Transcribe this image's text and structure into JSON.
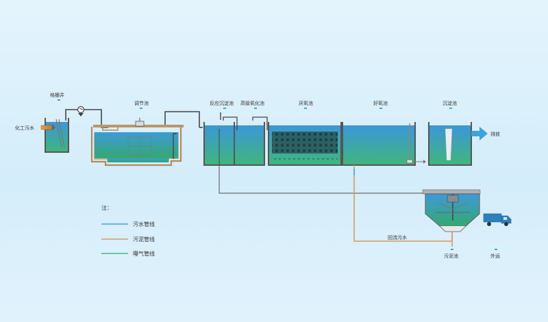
{
  "labels": {
    "inlet": "化工污水",
    "screen_well": "格栅井",
    "equalization_tank": "调节池",
    "post_reaction_settling": "反应沉淀池",
    "advanced_oxidation": "高级氧化池",
    "anaerobic_tank": "厌氧池",
    "aerobic_tank": "好氧池",
    "settling_tank": "沉淀池",
    "discharge": "排放",
    "return_sludge": "回流污水",
    "sludge_tank": "污泥池",
    "haul_away": "外运"
  },
  "legend": {
    "title": "注：",
    "items": [
      {
        "label": "污水管线",
        "color": "#4a9ed6"
      },
      {
        "label": "污泥管线",
        "color": "#d49a68"
      },
      {
        "label": "曝气管线",
        "color": "#3cba88"
      }
    ]
  },
  "colors": {
    "water_top": "#3d9fda",
    "water_bottom": "#3fb27e",
    "pipe_dark": "#444444",
    "sludge_pipe": "#d49a68",
    "brown_pipe": "#b5895a",
    "arrow": "#3da3dc",
    "truck": "#2f7fbf"
  }
}
